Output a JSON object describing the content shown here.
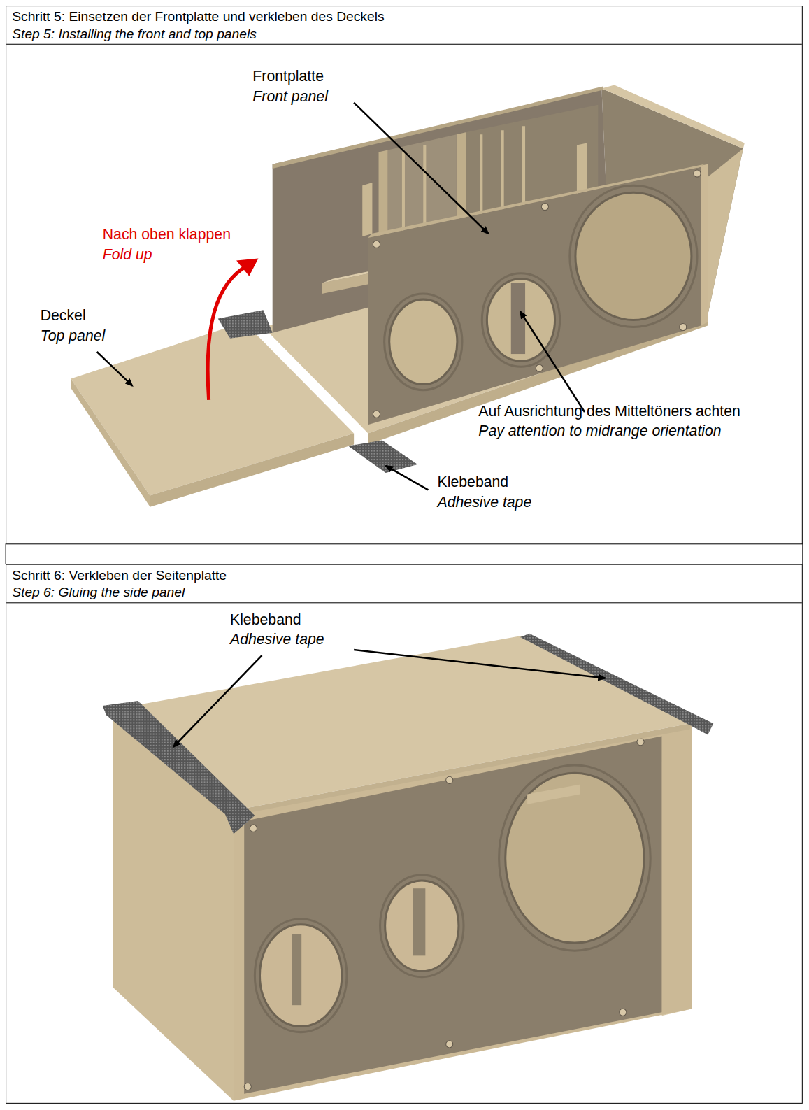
{
  "diagram": {
    "nodes": [
      {
        "text": [
          "Schritt 5: Einsetzen der Frontplatte und verkleben des Deckels",
          "Step 5: Installing the front and top panels"
        ]
      },
      {
        "text": [
          "Schritt 6: Verkleben der Seitenplatte",
          "Step 6: Gluing the side panel"
        ]
      }
    ],
    "edges": [],
    "labels": [
      "Frontplatte",
      "Front panel",
      "Nach oben klappen",
      "Fold up",
      "Deckel",
      "Top panel",
      "Auf Ausrichtung des Mitteltöners achten",
      "Pay attention to midrange orientation",
      "Klebeband",
      "Adhesive tape",
      "Klebeband",
      "Adhesive tape"
    ]
  }
}
